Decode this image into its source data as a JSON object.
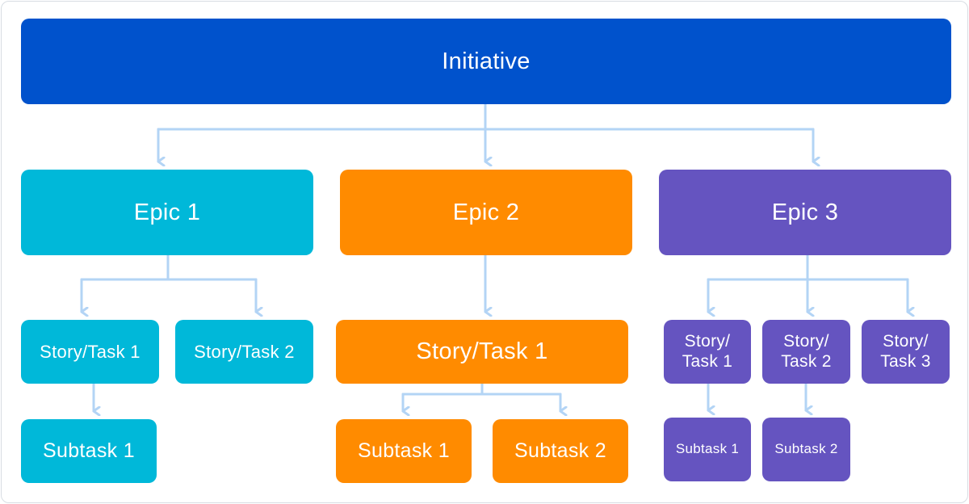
{
  "colors": {
    "initiative": "#0052cc",
    "epic1": "#00b8d9",
    "epic2": "#ff8b00",
    "epic3": "#6554c0",
    "connector": "#b3d4f5"
  },
  "initiative": {
    "label": "Initiative"
  },
  "epics": [
    {
      "label": "Epic 1",
      "stories": [
        {
          "label": "Story/Task 1"
        },
        {
          "label": "Story/Task 2"
        }
      ],
      "subtasks": [
        {
          "label": "Subtask 1"
        }
      ]
    },
    {
      "label": "Epic 2",
      "stories": [
        {
          "label": "Story/Task 1"
        }
      ],
      "subtasks": [
        {
          "label": "Subtask 1"
        },
        {
          "label": "Subtask 2"
        }
      ]
    },
    {
      "label": "Epic 3",
      "stories": [
        {
          "label": "Story/\nTask 1"
        },
        {
          "label": "Story/\nTask 2"
        },
        {
          "label": "Story/\nTask 3"
        }
      ],
      "subtasks": [
        {
          "label": "Subtask 1"
        },
        {
          "label": "Subtask 2"
        }
      ]
    }
  ]
}
